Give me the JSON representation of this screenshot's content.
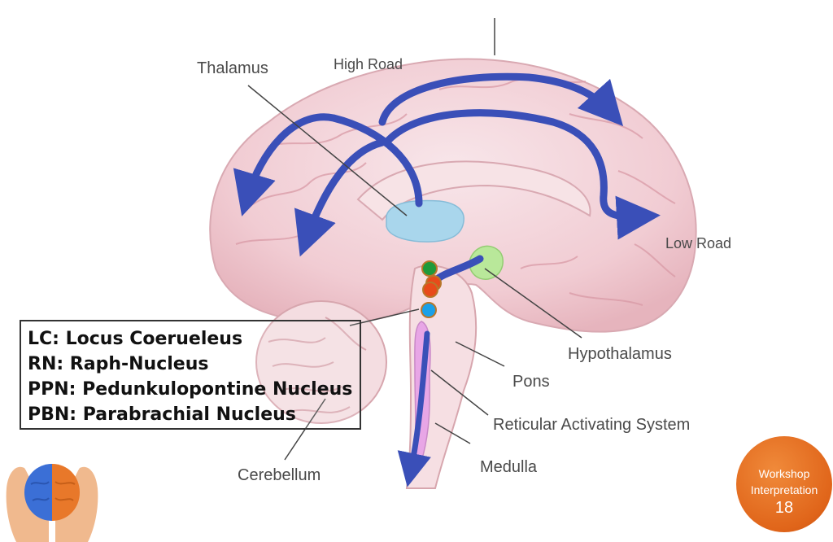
{
  "labels": {
    "thalamus": "Thalamus",
    "high_road": "High Road",
    "low_road": "Low Road",
    "hypothalamus": "Hypothalamus",
    "pons": "Pons",
    "reticular": "Reticular Activating System",
    "medulla": "Medulla",
    "cerebellum": "Cerebellum"
  },
  "legend": [
    "LC: Locus Coerueleus",
    "RN: Raph-Nucleus",
    "PPN: Pedunkulopontine Nucleus",
    "PBN: Parabrachial Nucleus"
  ],
  "badge": {
    "line1": "Workshop",
    "line2": "Interpretation",
    "number": "18"
  },
  "colors": {
    "arrow": "#3a4fb8",
    "brain": "#f2d3d8",
    "thalamus": "#a9d6ec",
    "hypothalamus": "#b9e89a",
    "reticular": "#e8a6e6",
    "nucleus_green": "#1e9a3a",
    "nucleus_red": "#e84a1a",
    "nucleus_blue": "#1aa0e8",
    "badge": "#e8701f"
  }
}
